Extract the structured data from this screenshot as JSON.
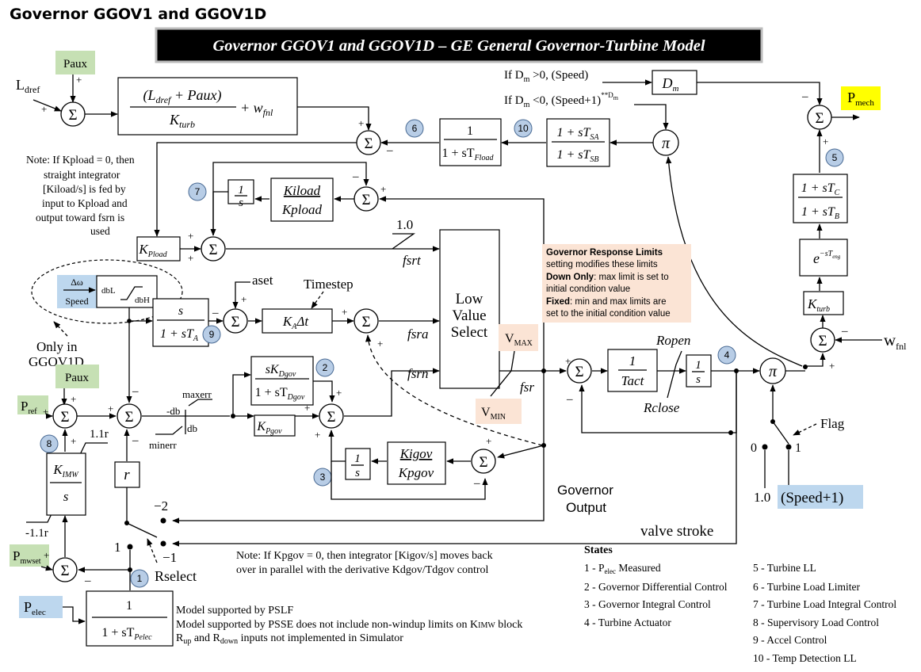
{
  "page_title": "Governor GGOV1 and GGOV1D",
  "banner": "Governor GGOV1 and GGOV1D – GE General Governor-Turbine Model",
  "signals": {
    "paux": "Paux",
    "ldref": "L",
    "ldref_sub": "dref",
    "pref": "P",
    "pref_sub": "ref",
    "pmwset": "P",
    "pmwset_sub": "mwset",
    "pelec": "P",
    "pelec_sub": "elec",
    "pmech": "P",
    "pmech_sub": "mech",
    "wfnl": "w",
    "wfnl_sub": "fnl",
    "aset": "aset",
    "timestep": "Timestep",
    "fsrt": "fsrt",
    "fsra": "fsra",
    "fsrn": "fsrn",
    "fsr": "fsr",
    "one": "1.0",
    "maxerr": "maxerr",
    "minerr": "minerr",
    "db_neg": "-db",
    "db_pos": "db",
    "lim_pos": "1.1r",
    "lim_neg": "-1.1r",
    "r": "r",
    "vmax": "V",
    "vmax_sub": "MAX",
    "vmin": "V",
    "vmin_sub": "MIN",
    "ropen": "Ropen",
    "rclose": "Rclose",
    "flag": "Flag",
    "flag0": "0",
    "flag1": "1",
    "one_speed": "1.0",
    "speed1": "(Speed+1)",
    "rselect": "Rselect",
    "rs_1": "1",
    "rs_m1": "−1",
    "rs_m2": "−2",
    "gov_output_1": "Governor",
    "gov_output_2": "Output",
    "valve_stroke": "valve stroke",
    "dm_cond1": "If D",
    "dm_cond1_sub": "m",
    "dm_cond1_rest": " >0, (Speed)",
    "dm_cond2": "If D",
    "dm_cond2_sub": "m",
    "dm_cond2_rest": " <0, (Speed+1)",
    "dm_cond2_sup": "**D",
    "dm_cond2_supsub": "m",
    "only_in_1": "Only in",
    "only_in_2": "GGOV1D",
    "dw": "Δω",
    "speed": "Speed",
    "dbl": "dbL",
    "dbh": "dbH"
  },
  "blocks": {
    "ldref_num": "(L",
    "ldref_num_sub": "dref",
    "ldref_num_rest": " + Paux)",
    "ldref_den": "K",
    "ldref_den_sub": "turb",
    "ldref_plus": "+ w",
    "ldref_plus_sub": "fnl",
    "fload_num": "1",
    "fload_den": "1 + sT",
    "fload_den_sub": "Fload",
    "sa_num": "1 + sT",
    "sa_num_sub": "SA",
    "sa_den": "1 + sT",
    "sa_den_sub": "SB",
    "dm": "D",
    "dm_sub": "m",
    "int_num": "1",
    "int_den": "s",
    "kiload_num": "Kiload",
    "kiload_den": "Kpload",
    "kpload": "K",
    "kpload_sub": "Pload",
    "accel_num": "s",
    "accel_den": "1 + sT",
    "accel_den_sub": "A",
    "ka": "K",
    "ka_sub": "A",
    "ka_rest": "Δt",
    "lvs_1": "Low",
    "lvs_2": "Value",
    "lvs_3": "Select",
    "dgov_num": "sK",
    "dgov_num_sub": "Dgov",
    "dgov_den": "1 + sT",
    "dgov_den_sub": "Dgov",
    "kpgov": "K",
    "kpgov_sub": "Pgov",
    "kigov_num": "Kigov",
    "kigov_den": "Kpgov",
    "kimw_num": "K",
    "kimw_num_sub": "IMW",
    "kimw_den": "s",
    "pelec_num": "1",
    "pelec_den": "1 + sT",
    "pelec_den_sub": "Pelec",
    "tact_num": "1",
    "tact_den": "Tact",
    "c_num": "1 + sT",
    "c_num_sub": "C",
    "c_den": "1 + sT",
    "c_den_sub": "B",
    "eng": "e",
    "eng_sup": "−sT",
    "eng_sup_sub": "eng",
    "kturb": "K",
    "kturb_sub": "turb",
    "pi": "π",
    "sigma": "Σ",
    "db_label_l": "dbL",
    "db_label_h": "dbH"
  },
  "markers": [
    "1",
    "2",
    "3",
    "4",
    "5",
    "6",
    "7",
    "8",
    "9",
    "10"
  ],
  "notes": {
    "kpload_note": [
      "Note: If Kpload = 0, then",
      "straight integrator",
      "[Kiload/s] is fed by",
      "input to Kpload and",
      "output toward fsrn is",
      "used"
    ],
    "limits_title": "Governor Response Limits",
    "limits_line1": "setting modifies these limits",
    "limits_down_bold": "Down Only",
    "limits_down_rest": ": max limit is set to",
    "limits_down_line2": "initial condition value",
    "limits_fixed_bold": "Fixed",
    "limits_fixed_rest": ": min and max limits are",
    "limits_fixed_line2": "set to the initial condition value",
    "kpgov_note_1": "Note: If Kpgov = 0, then integrator [Kigov/s] moves back",
    "kpgov_note_2": "over in parallel with the derivative Kdgov/Tdgov control",
    "support_1": "Model supported by PSLF",
    "support_2_a": "Model supported by PSSE does not include non-windup limits on K",
    "support_2_sub": "IMW",
    "support_2_b": " block",
    "support_3_a": "R",
    "support_3_sub1": "up",
    "support_3_b": " and R",
    "support_3_sub2": "down",
    "support_3_c": " inputs not implemented in Simulator"
  },
  "states": {
    "title": "States",
    "items": [
      "1 - P",
      "2 - Governor Differential Control",
      "3 - Governor Integral Control",
      "4 - Turbine Actuator",
      "5 - Turbine LL",
      "6 - Turbine Load Limiter",
      "7 - Turbine Load Integral Control",
      "8 - Supervisory Load Control",
      "9 - Accel Control",
      "10 - Temp Detection LL"
    ],
    "item1_sub": "elec",
    "item1_rest": " Measured"
  },
  "colors": {
    "banner_bg": "#000000",
    "green_label": "#c6e0b4",
    "blue_label": "#bdd7ee",
    "yellow_label": "#ffff00",
    "salmon_note": "#fbe4d5",
    "state_marker": "#b8cde6"
  }
}
